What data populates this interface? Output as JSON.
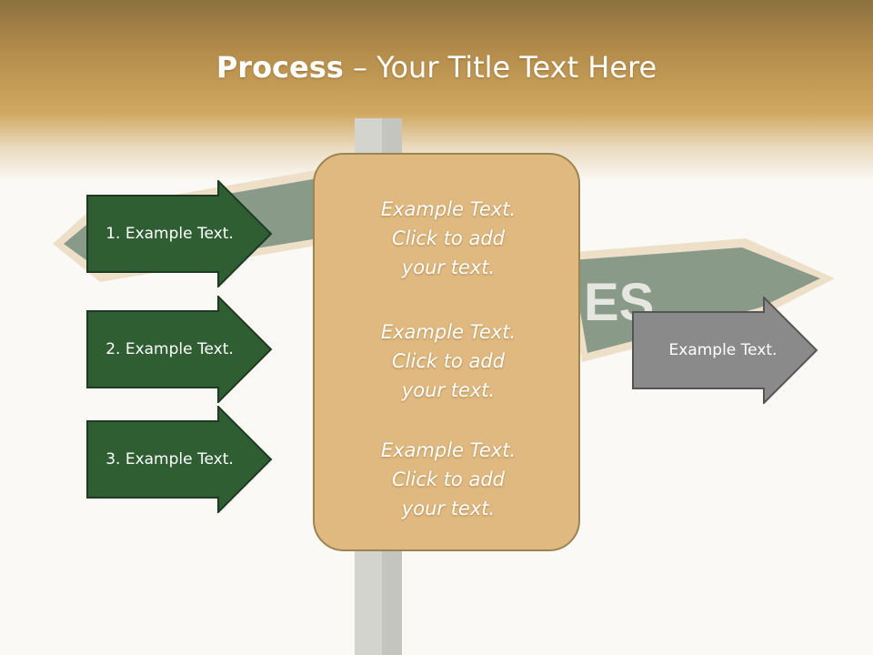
{
  "title": {
    "bold": "Process",
    "separator": "–",
    "rest": "Your Title Text Here"
  },
  "background": {
    "sign_text": "ES"
  },
  "left_arrows": [
    {
      "label": "1. Example Text."
    },
    {
      "label": "2. Example Text."
    },
    {
      "label": "3. Example Text."
    }
  ],
  "center_box": {
    "blocks": [
      {
        "lines": [
          "Example Text.",
          "Click  to add",
          "your text."
        ]
      },
      {
        "lines": [
          "Example Text.",
          "Click  to add",
          "your text."
        ]
      },
      {
        "lines": [
          "Example Text.",
          "Click  to add",
          "your text."
        ]
      }
    ]
  },
  "right_arrow": {
    "label": "Example Text."
  },
  "colors": {
    "arrow_green": "#2f5e32",
    "arrow_gray": "#8a8a8a",
    "box_fill": "#dfb97f",
    "header_brown": "#c59a55"
  }
}
